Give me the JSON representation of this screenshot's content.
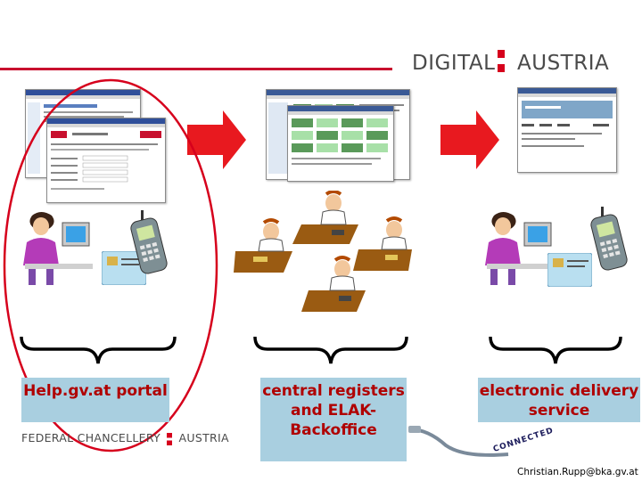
{
  "header": {
    "brand_left": "DIGITAL",
    "brand_right": "AUSTRIA"
  },
  "columns": [
    {
      "label": "Help.gv.at portal"
    },
    {
      "label": "central registers and ELAK-Backoffice"
    },
    {
      "label": "electronic delivery service"
    }
  ],
  "footer": {
    "org_left": "FEDERAL CHANCELLERY",
    "org_right": "AUSTRIA",
    "cable_text": "CONNECTED",
    "email": "Christian.Rupp@bka.gv.at"
  },
  "colors": {
    "accent_red": "#c8102e",
    "label_box": "#a9cfe0",
    "label_text": "#b00000"
  }
}
